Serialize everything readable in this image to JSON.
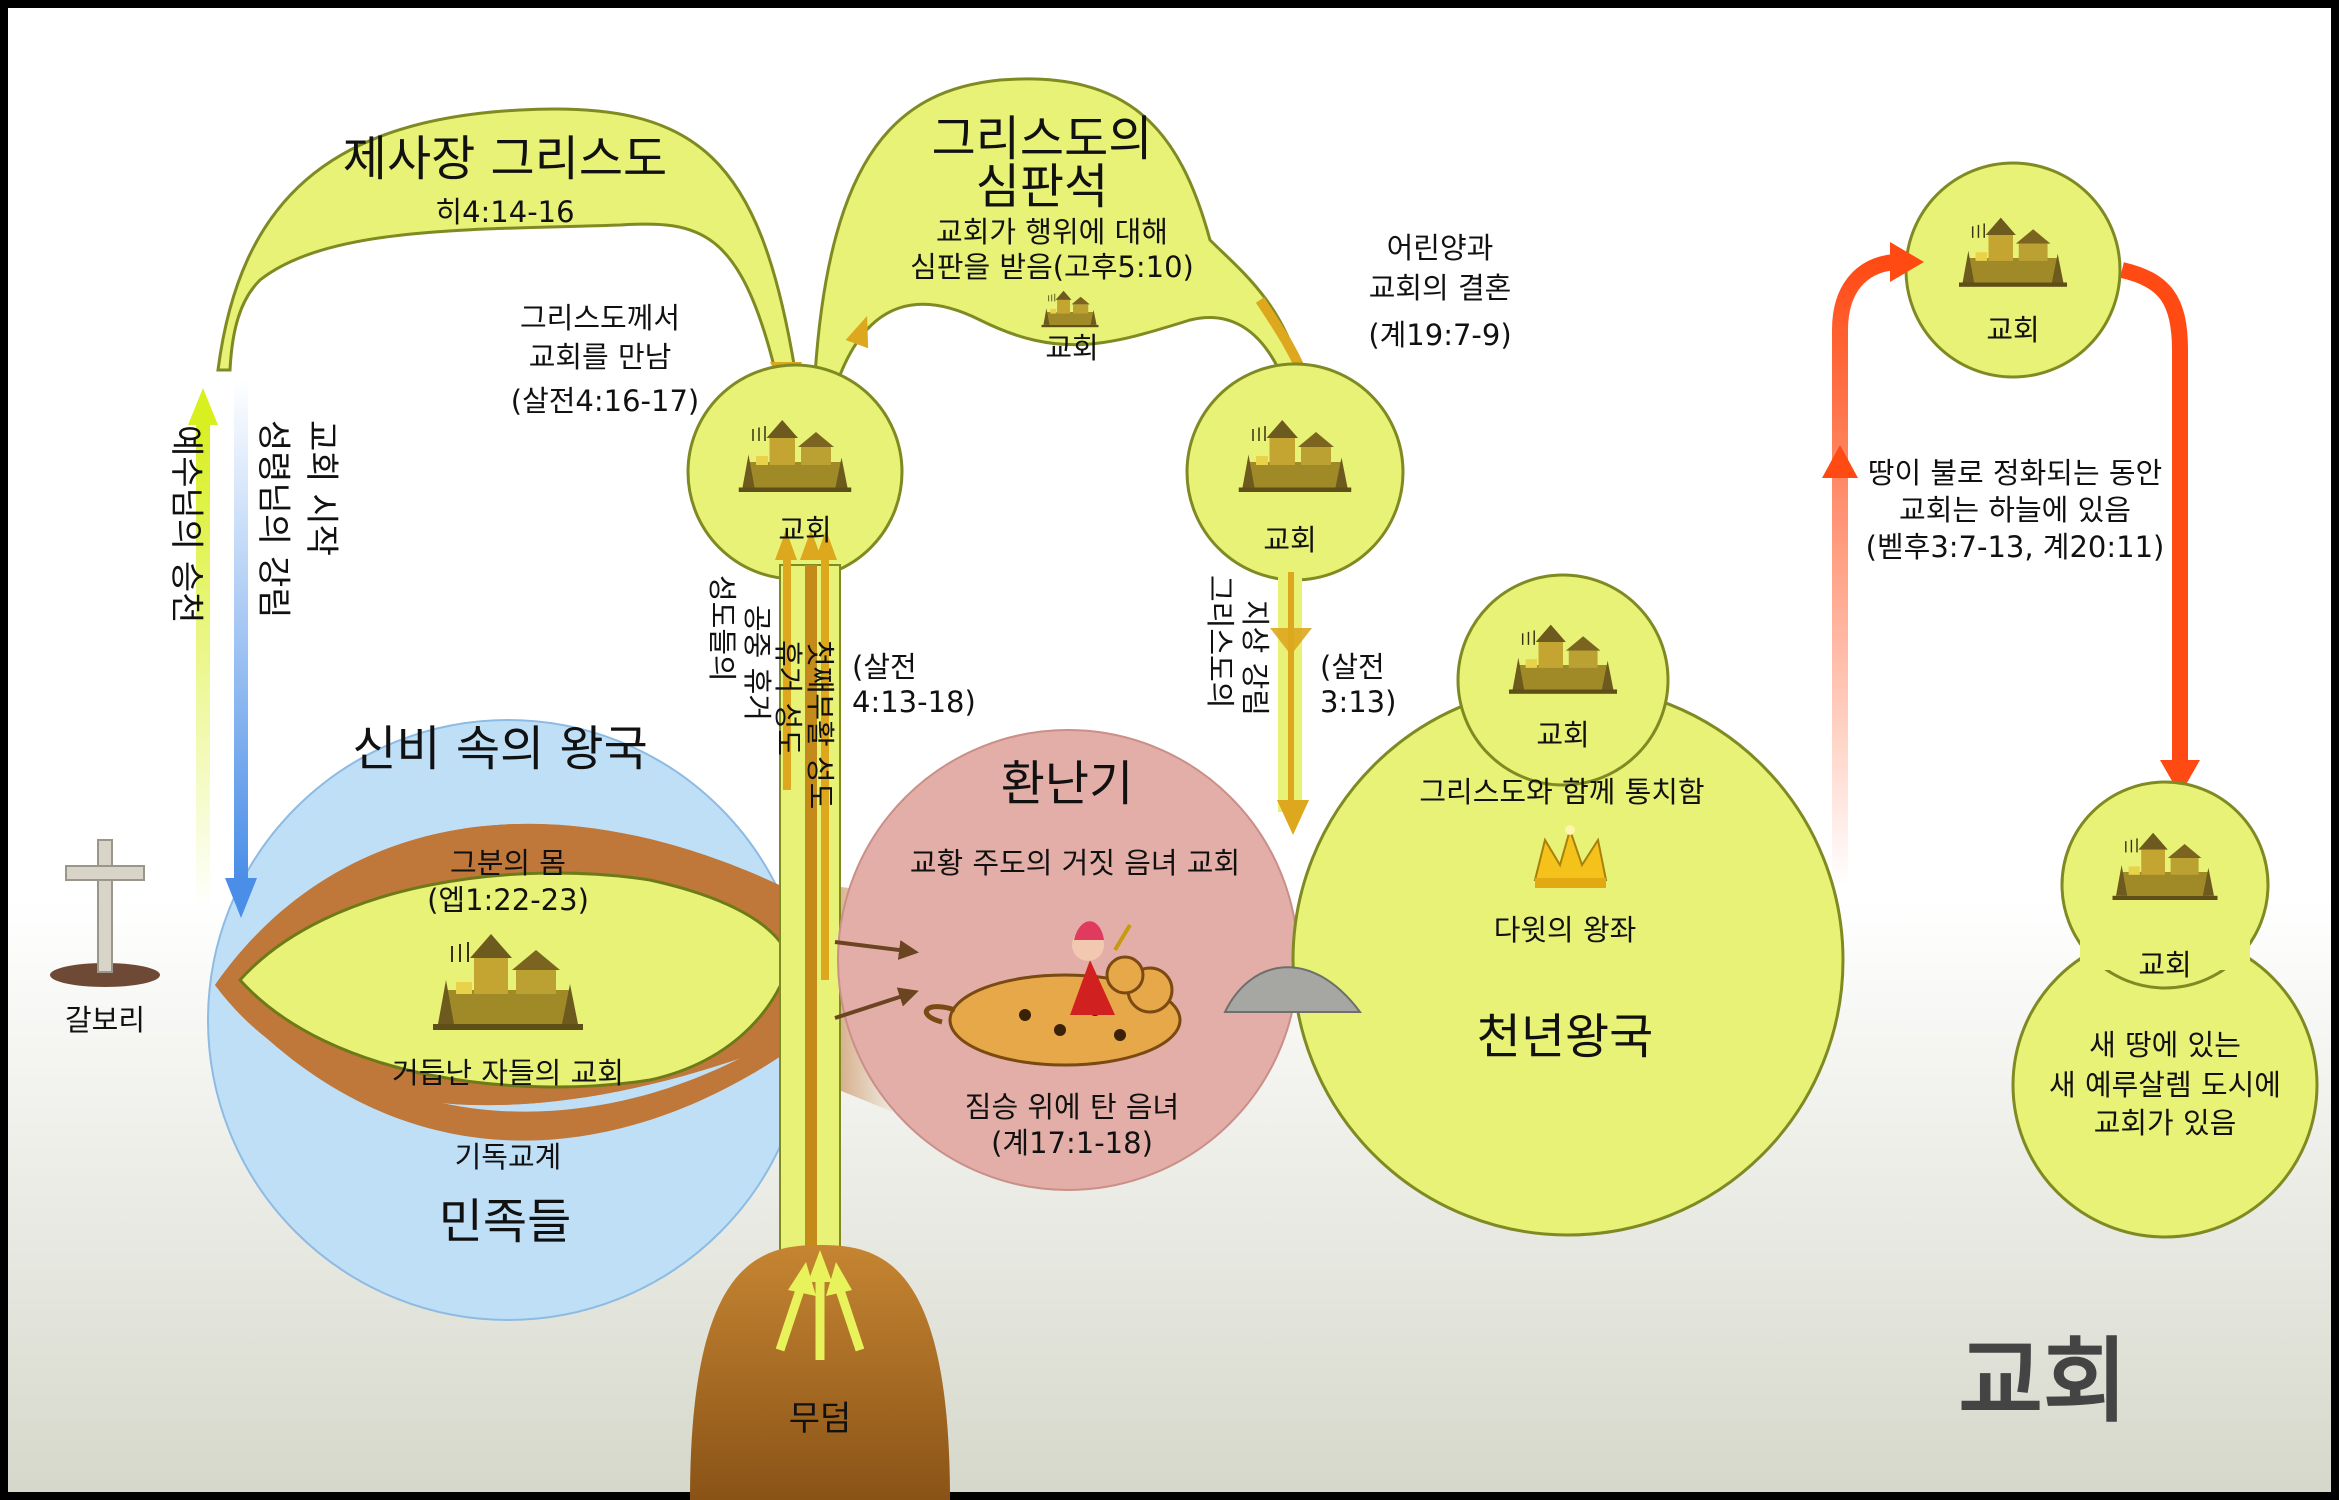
{
  "page_title": "교회",
  "calvary": {
    "label": "갈보리"
  },
  "vertical_labels": {
    "ascension": "예수님의 승천",
    "holy_spirit": "성령님의 강림",
    "church_start": "교회 시작",
    "rapture_air": "공중 휴거",
    "saints_of": "성도들의",
    "raptured": "휴거 성도",
    "first_resurrection": "첫째부활 성도",
    "earthly_return": "지상 강림",
    "christ_of": "그리스도의"
  },
  "priest": {
    "title": "제사장 그리스도",
    "ref": "히4:14-16"
  },
  "meet": {
    "line1": "그리스도께서",
    "line2": "교회를 만남",
    "ref": "(살전4:16-17)"
  },
  "judgment_seat": {
    "title1": "그리스도의",
    "title2": "심판석",
    "line1": "교회가 행위에 대해",
    "line2": "심판을 받음(고후5:10)",
    "church": "교회"
  },
  "marriage": {
    "line1": "어린양과",
    "line2": "교회의 결혼",
    "ref": "(계19:7-9)"
  },
  "church_label": "교회",
  "ref_thess_4": {
    "line1": "(살전",
    "line2": "4:13-18)"
  },
  "ref_thess_3": {
    "line1": "(살전",
    "line2": "3:13)"
  },
  "mystery": {
    "title": "신비 속의 왕국",
    "body1": "그분의 몸",
    "body2": "(엡1:22-23)",
    "reborn": "거듭난 자들의 교회",
    "christendom": "기독교계",
    "nations": "민족들"
  },
  "tribulation": {
    "title": "환난기",
    "line1": "교황 주도의 거짓 음녀 교회",
    "line2": "짐승 위에 탄 음녀",
    "ref": "(계17:1-18)"
  },
  "grave": {
    "label": "무덤"
  },
  "millennium": {
    "church": "교회",
    "reign": "그리스도와 함께 통치함",
    "throne": "다윗의 왕좌",
    "title": "천년왕국"
  },
  "heaven": {
    "line1": "땅이 불로 정화되는 동안",
    "line2": "교회는 하늘에 있음",
    "ref": "(벧후3:7-13, 계20:11)"
  },
  "new_earth": {
    "church": "교회",
    "line1": "새 땅에 있는",
    "line2": "새 예루살렘 도시에",
    "line3": "교회가 있음"
  },
  "colors": {
    "lime": "#E8F276",
    "blue_circle": "#BFDFF7",
    "brown": "#C0783A",
    "tribulation": "#E3AEA8",
    "gold": "#DDA71E",
    "orange_red": "#FF4A14"
  }
}
